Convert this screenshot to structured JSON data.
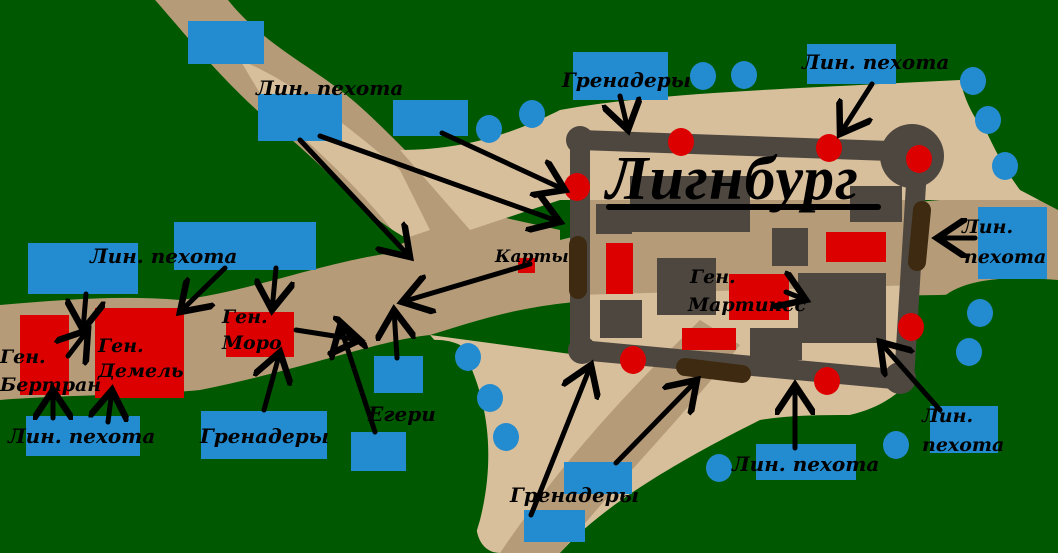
{
  "map": {
    "title": "Лигнбург",
    "colors": {
      "forest": "#005800",
      "road_dark": "#b59b78",
      "road_light": "#d8bf9c",
      "wall": "#4e4740",
      "breach": "#3d2a10",
      "allied_units": "#238bcf",
      "enemy_units": "#dd0000",
      "arrows": "#000000"
    },
    "labels": {
      "lin_pehota_top": "Лин. пехота",
      "grenadiers_top": "Гренадеры",
      "lin_pehota_topright": "Лин. пехота",
      "lin_pehota_right_1": "Лин.",
      "lin_pehota_right_2": "пехота",
      "lin_pehota_left": "Лин. пехота",
      "gen_bertran_1": "Ген.",
      "gen_bertran_2": "Бертран",
      "gen_demel_1": "Ген.",
      "gen_demel_2": "Демель",
      "gen_moro_1": "Ген.",
      "gen_moro_2": "Моро",
      "lin_pehota_bottomleft": "Лин. пехота",
      "grenadiers_left": "Гренадеры",
      "egeri": "Егери",
      "karty": "Карты",
      "gen_martines_1": "Ген.",
      "gen_martines_2": "Мартинес",
      "grenadiers_bottom": "Гренадеры",
      "lin_pehota_bottom": "Лин. пехота",
      "lin_pehota_bottomright_1": "Лин.",
      "lin_pehota_bottomright_2": "пехота"
    }
  }
}
